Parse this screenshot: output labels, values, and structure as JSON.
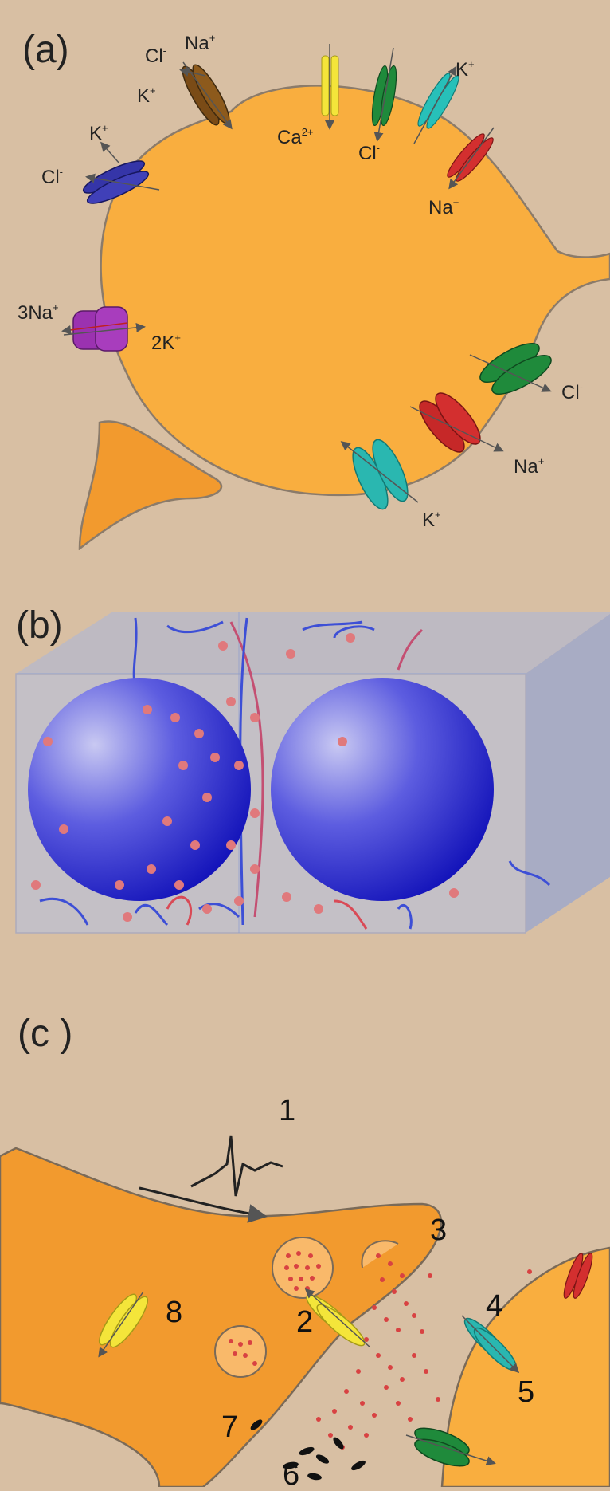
{
  "panel_a": {
    "label": "(a)",
    "ions": {
      "cl_top": "Cl",
      "na_top": "Na",
      "k_top_left": "K",
      "ca": "Ca",
      "cl_mid": "Cl",
      "k_top_right": "K",
      "na_right": "Na",
      "k_left": "K",
      "cl_left": "Cl",
      "pump_left": "3Na",
      "pump_right": "2K",
      "cl_lower_right": "Cl",
      "na_lower_right": "Na",
      "k_bottom": "K"
    },
    "charges": {
      "minus": "-",
      "plus": "+",
      "ca_charge": "2+"
    }
  },
  "panel_b": {
    "label": "(b)"
  },
  "panel_c": {
    "label": "(c )",
    "steps": {
      "s1": "1",
      "s2": "2",
      "s3": "3",
      "s4": "4",
      "s5": "5",
      "s6": "6",
      "s7": "7",
      "s8": "8"
    }
  }
}
